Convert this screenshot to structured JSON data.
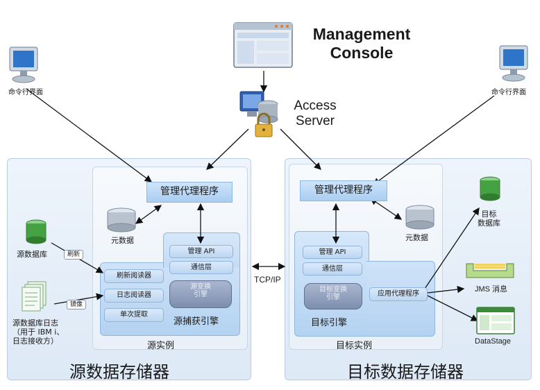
{
  "management_console": "Management\nConsole",
  "access_server": "Access\nServer",
  "cli_left": "命令行界面",
  "cli_right": "命令行界面",
  "source": {
    "store_title": "源数据存储器",
    "instance_title": "源实例",
    "mgmt_agent": "管理代理程序",
    "metadata": "元数据",
    "mgmt_api": "管理 API",
    "comm_layer": "通信层",
    "refresh_reader": "刷新阅读器",
    "log_reader": "日志阅读器",
    "single_fetch": "单次提取",
    "transform_engine": "源变换\n引擎",
    "capture_engine": "源捕获引擎",
    "db_label": "源数据库",
    "refresh_tag": "刷新",
    "mirror_tag": "镜像",
    "log_label": "源数据库日志\n（用于 IBM i、\n日志接收方）"
  },
  "target": {
    "store_title": "目标数据存储器",
    "instance_title": "目标实例",
    "mgmt_agent": "管理代理程序",
    "metadata": "元数据",
    "mgmt_api": "管理 API",
    "comm_layer": "通信层",
    "transform_engine": "目标变换\n引擎",
    "target_engine": "目标引擎",
    "apply_agent": "应用代理程序",
    "db_label": "目标\n数据库",
    "jms_label": "JMS 消息",
    "datastage_label": "DataStage"
  },
  "tcpip": "TCP/IP"
}
